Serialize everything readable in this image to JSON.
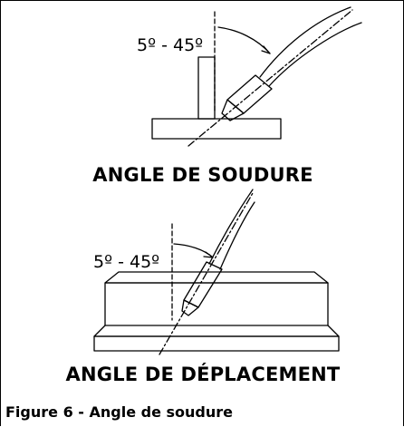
{
  "figure": {
    "top_diagram": {
      "angle_label": "5º - 45º",
      "title": "ANGLE DE SOUDURE"
    },
    "bottom_diagram": {
      "angle_label": "5º - 45º",
      "title": "ANGLE DE DÉPLACEMENT"
    },
    "caption": "Figure 6 - Angle de soudure"
  },
  "colors": {
    "line": "#000000",
    "background": "#ffffff"
  }
}
